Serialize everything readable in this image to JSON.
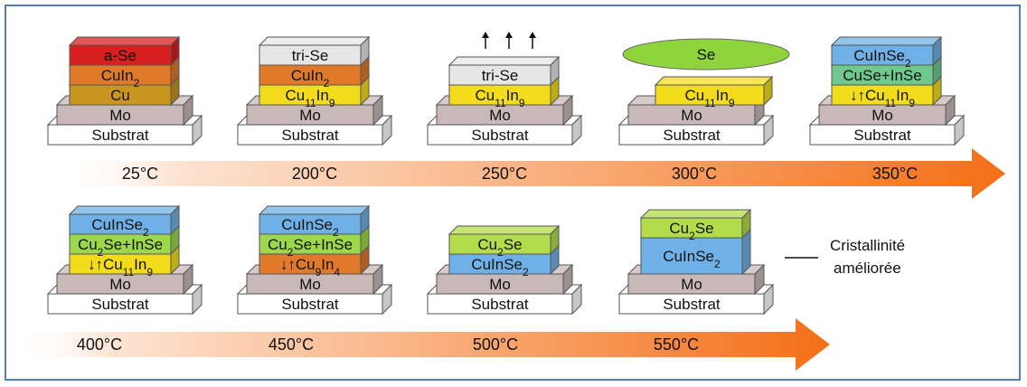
{
  "stacks": [
    {
      "substrate": "Substrat",
      "mo": "Mo",
      "layers": [
        {
          "html": "Cu",
          "color": "#c9961f"
        },
        {
          "html": "CuIn<tspan baseline-shift=\"sub\" font-size=\"12\">2</tspan>",
          "color": "#e07a2a"
        },
        {
          "html": "a-Se",
          "color": "#d81f1f"
        }
      ],
      "arrows": true
    },
    {
      "substrate": "Substrat",
      "mo": "Mo",
      "layers": [
        {
          "html": "Cu<tspan baseline-shift=\"sub\" font-size=\"12\">11</tspan>In<tspan baseline-shift=\"sub\" font-size=\"12\">9</tspan>",
          "color": "#f3dc1c"
        },
        {
          "html": "CuIn<tspan baseline-shift=\"sub\" font-size=\"12\">2</tspan>",
          "color": "#e07a2a"
        },
        {
          "html": "tri-Se",
          "color": "#e6e6e6"
        }
      ],
      "arrows": true
    },
    {
      "substrate": "Substrat",
      "mo": "Mo",
      "layers": [
        {
          "html": "Cu<tspan baseline-shift=\"sub\" font-size=\"12\">11</tspan>In<tspan baseline-shift=\"sub\" font-size=\"12\">9</tspan>",
          "color": "#f3dc1c"
        },
        {
          "html": "tri-Se",
          "color": "#e6e6e6"
        }
      ],
      "up_arrows": true
    },
    {
      "substrate": "Substrat",
      "mo": "Mo",
      "layers": [
        {
          "html": "Cu<tspan baseline-shift=\"sub\" font-size=\"12\">11</tspan>In<tspan baseline-shift=\"sub\" font-size=\"12\">9</tspan>",
          "color": "#f3dc1c"
        }
      ],
      "ellipse": "Se",
      "arrows": true
    },
    {
      "substrate": "Substrat",
      "mo": "Mo",
      "layers": [
        {
          "html": "<tspan baseline-shift=\"0\">↓↑</tspan>Cu<tspan baseline-shift=\"sub\" font-size=\"12\">11</tspan>In<tspan baseline-shift=\"sub\" font-size=\"12\">9</tspan>",
          "color": "#f3dc1c"
        },
        {
          "html": "CuSe+InSe",
          "color": "#6fc98e"
        },
        {
          "html": "CuInSe<tspan baseline-shift=\"sub\" font-size=\"12\">2</tspan>",
          "color": "#6fb1e6"
        }
      ],
      "arrows": true
    },
    {
      "substrate": "Substrat",
      "mo": "Mo",
      "layers": [
        {
          "html": "<tspan>↓↑</tspan>Cu<tspan baseline-shift=\"sub\" font-size=\"12\">11</tspan>In<tspan baseline-shift=\"sub\" font-size=\"12\">9</tspan>",
          "color": "#f3dc1c"
        },
        {
          "html": "Cu<tspan baseline-shift=\"sub\" font-size=\"12\">2</tspan>Se+InSe",
          "color": "#9cd84a"
        },
        {
          "html": "CuInSe<tspan baseline-shift=\"sub\" font-size=\"12\">2</tspan>",
          "color": "#6fb1e6"
        }
      ],
      "arrows": true
    },
    {
      "substrate": "Substrat",
      "mo": "Mo",
      "layers": [
        {
          "html": "<tspan>↓↑</tspan>Cu<tspan baseline-shift=\"sub\" font-size=\"12\">9</tspan>In<tspan baseline-shift=\"sub\" font-size=\"12\">4</tspan>",
          "color": "#e07a2a"
        },
        {
          "html": "Cu<tspan baseline-shift=\"sub\" font-size=\"12\">2</tspan>Se+InSe",
          "color": "#9cd84a"
        },
        {
          "html": "CuInSe<tspan baseline-shift=\"sub\" font-size=\"12\">2</tspan>",
          "color": "#6fb1e6"
        }
      ],
      "arrows": true
    },
    {
      "substrate": "Substrat",
      "mo": "Mo",
      "layers": [
        {
          "html": "CuInSe<tspan baseline-shift=\"sub\" font-size=\"12\">2</tspan>",
          "color": "#6fb1e6"
        },
        {
          "html": "Cu<tspan baseline-shift=\"sub\" font-size=\"12\">2</tspan>Se",
          "color": "#b4dc4a"
        }
      ],
      "arrows": true
    },
    {
      "substrate": "Substrat",
      "mo": "Mo",
      "layers": [
        {
          "html": "CuInSe<tspan baseline-shift=\"sub\" font-size=\"12\">2</tspan>",
          "color": "#6fb1e6",
          "thick": true
        },
        {
          "html": "Cu<tspan baseline-shift=\"sub\" font-size=\"12\">2</tspan>Se",
          "color": "#b4dc4a"
        }
      ]
    }
  ],
  "temps_row1": [
    "25°C",
    "200°C",
    "250°C",
    "300°C",
    "350°C"
  ],
  "temps_row2": [
    "400°C",
    "450°C",
    "500°C",
    "550°C"
  ],
  "note_line1": "Cristallinité",
  "note_line2": "améliorée",
  "colors": {
    "substrate": "#ffffff",
    "mo": "#c9b8b8",
    "arrow": "#f46f16",
    "frame": "#4f7fbf"
  }
}
